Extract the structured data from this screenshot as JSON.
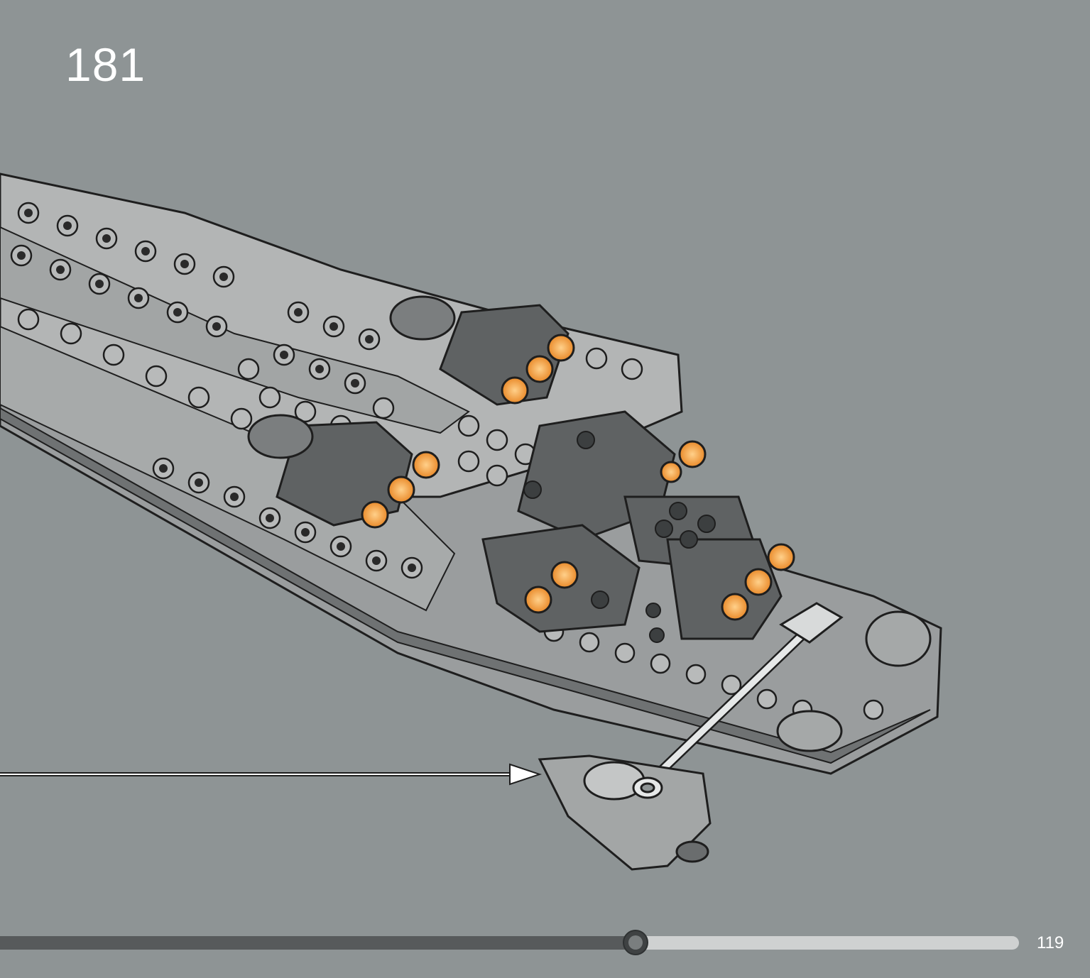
{
  "step": {
    "number": "181"
  },
  "page": {
    "number": "119"
  },
  "progress": {
    "fraction": 0.624
  },
  "colors": {
    "background": "#8e9495",
    "hull_light": "#b3b5b5",
    "hull_dark": "#5f6263",
    "engine_glow": "#f0a040",
    "transparent_part": "#e6e8e8"
  },
  "icons": {
    "arrow": "arrow-right-icon"
  }
}
